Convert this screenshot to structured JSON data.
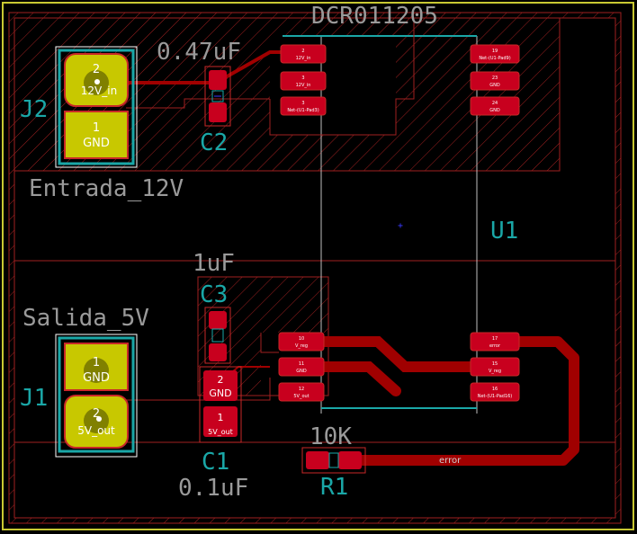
{
  "components": {
    "dcdc": {
      "value": "DCR011205",
      "ref": "U1"
    },
    "c2": {
      "value": "0.47uF",
      "ref": "C2"
    },
    "c3": {
      "value": "1uF",
      "ref": "C3"
    },
    "c1": {
      "value": "0.1uF",
      "ref": "C1",
      "pin2": "GND",
      "pin1": "5V_out",
      "pin2_num": "2",
      "pin1_num": "1"
    },
    "r1": {
      "value": "10K",
      "ref": "R1"
    },
    "j2": {
      "value": "Entrada_12V",
      "ref": "J2",
      "pin2_num": "2",
      "pin2": "12V_in",
      "pin1_num": "1",
      "pin1": "GND"
    },
    "j1": {
      "value": "Salida_5V",
      "ref": "J1",
      "pin1_num": "1",
      "pin1": "GND",
      "pin2_num": "2",
      "pin2": "5V_out"
    }
  },
  "u1_pads": {
    "left": [
      "12V_in",
      "12V_in",
      "Net-(U1-Pad3)",
      "V_reg",
      "GND",
      "5V_out"
    ],
    "right": [
      "Net-(U1-Pad9)",
      "GND",
      "GND",
      "error",
      "V_reg",
      "Net-(U1-Pad16)"
    ]
  },
  "trace_labels": {
    "error": "error"
  },
  "colors": {
    "background": "#000000",
    "copper": "#840000",
    "pad": "#c8001e",
    "silkscreen": "#1aa7a7",
    "fab": "#9a9a9a",
    "board_edge": "#c8c832",
    "courtyard": "#c82828",
    "connector_pad": "#c8c800"
  }
}
